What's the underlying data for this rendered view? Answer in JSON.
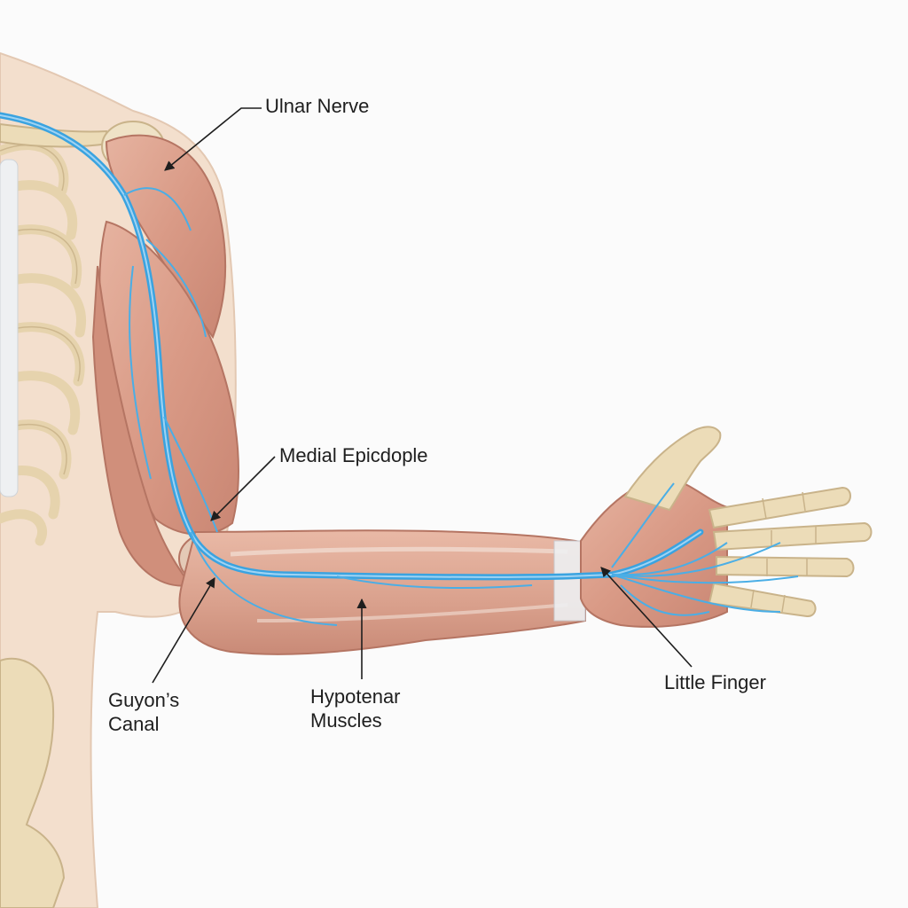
{
  "labels": {
    "ulnar_nerve": "Ulnar Nerve",
    "medial_epicondyle": "Medial Epicdople",
    "guyons_canal": [
      "Guyon’s",
      "Canal"
    ],
    "hypotenar_muscles": [
      "Hypotenar",
      "Muscles"
    ],
    "little_finger": "Little Finger"
  },
  "colors": {
    "background": "#fbfbfb",
    "skin": "#f3dfcd",
    "bone": "#ecdcb8",
    "muscle": "#d9a08c",
    "nerve": "#3aa3e0",
    "leader_line": "#1e1e1e"
  }
}
